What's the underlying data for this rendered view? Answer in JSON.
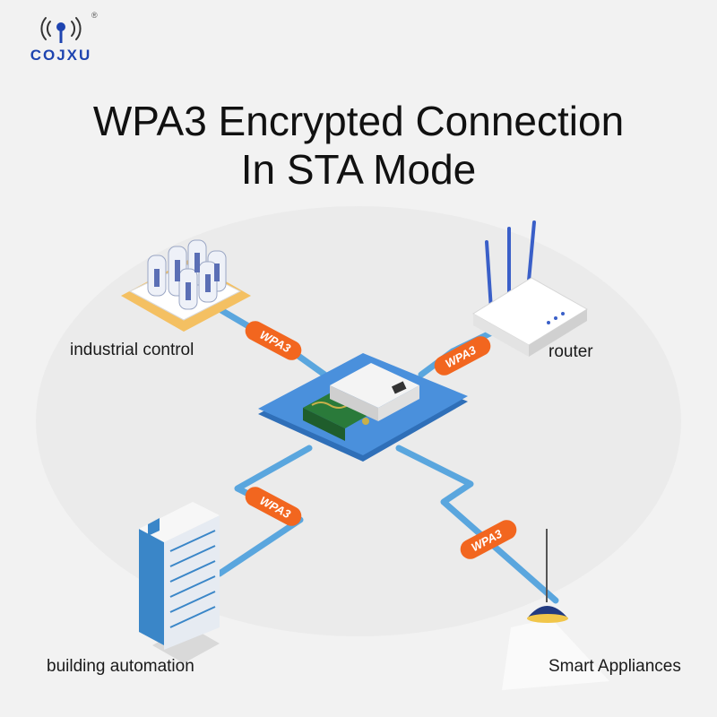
{
  "brand": {
    "name": "COJXU",
    "registered": "®"
  },
  "title": {
    "line1": "WPA3 Encrypted Connection",
    "line2": "In STA Mode"
  },
  "nodes": {
    "industrial": {
      "label": "industrial control"
    },
    "router": {
      "label": "router"
    },
    "building": {
      "label": "building automation"
    },
    "smart": {
      "label": "Smart Appliances"
    }
  },
  "badge_text": "WPA3",
  "colors": {
    "link": "#5aa6de",
    "hub": "#3f86d4",
    "badge": "#f2661f",
    "brand": "#1e44b0"
  }
}
